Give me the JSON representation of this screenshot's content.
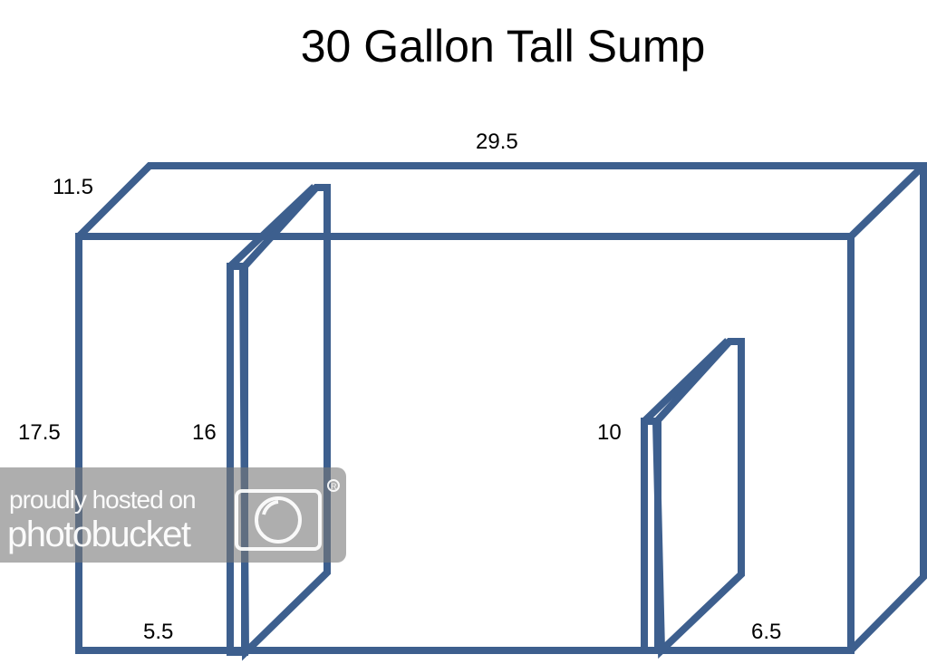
{
  "title": "30 Gallon Tall Sump",
  "dimensions": {
    "length": "29.5",
    "depth": "11.5",
    "height": "17.5",
    "first_baffle_height": "16",
    "second_baffle_height": "10",
    "left_chamber_width": "5.5",
    "right_chamber_width": "6.5"
  },
  "watermark": {
    "line1": "proudly hosted on",
    "line2": "photobucket"
  },
  "colors": {
    "outline": "#3D5F8E",
    "watermark_bg": "#787878"
  }
}
